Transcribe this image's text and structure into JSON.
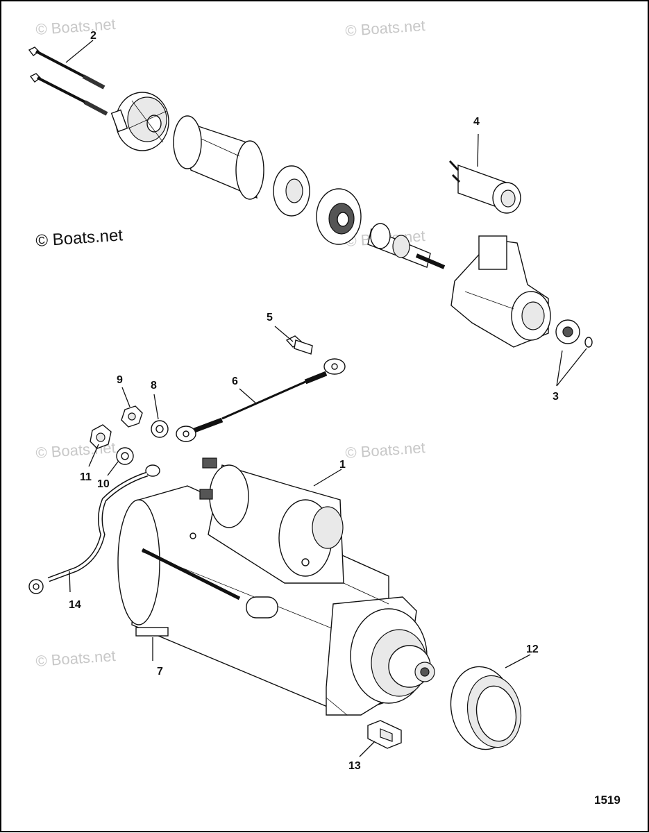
{
  "diagram": {
    "figure_number": "1519",
    "watermarks": [
      "© Boats.net",
      "© Boats.net",
      "© Boats.net",
      "© Boats.net",
      "© Boats.net",
      "© Boats.net",
      "© Boats.net"
    ],
    "callouts": [
      {
        "id": "c1",
        "label": "1"
      },
      {
        "id": "c2",
        "label": "2"
      },
      {
        "id": "c3",
        "label": "3"
      },
      {
        "id": "c4",
        "label": "4"
      },
      {
        "id": "c5",
        "label": "5"
      },
      {
        "id": "c6",
        "label": "6"
      },
      {
        "id": "c7",
        "label": "7"
      },
      {
        "id": "c8",
        "label": "8"
      },
      {
        "id": "c9",
        "label": "9"
      },
      {
        "id": "c10",
        "label": "10"
      },
      {
        "id": "c11",
        "label": "11"
      },
      {
        "id": "c12",
        "label": "12"
      },
      {
        "id": "c13",
        "label": "13"
      },
      {
        "id": "c14",
        "label": "14"
      }
    ]
  }
}
